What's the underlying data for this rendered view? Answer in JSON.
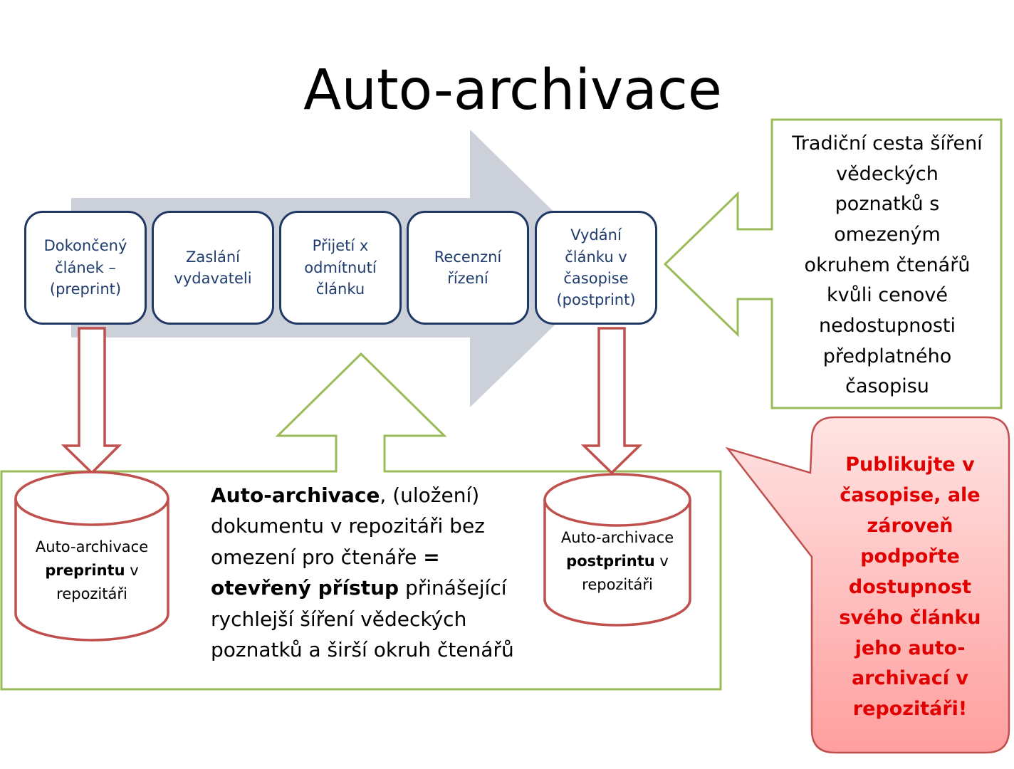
{
  "title": "Auto-archivace",
  "steps": [
    {
      "label": "Dokončený\nčlánek –\n(preprint)"
    },
    {
      "label": "Zaslání\nvydavateli"
    },
    {
      "label": "Přijetí x\nodmítnutí\nčlánku"
    },
    {
      "label": "Recenzní\nřízení"
    },
    {
      "label": "Vydání\nčlánku v\nčasopise\n(postprint)"
    }
  ],
  "traditional_callout": {
    "text": "Tradiční cesta šíření\nvědeckých\npoznatků s\nomezeným\nokruhem čtenářů\nkvůli cenové\nnedostupnosti\npředplatného\nčasopisu"
  },
  "repositories": {
    "preprint": {
      "line1": "Auto-archivace",
      "bold": "preprintu",
      "suffix": " v",
      "line3": "repozitáři"
    },
    "postprint": {
      "line1": "Auto-archivace",
      "bold": "postprintu",
      "suffix": " v",
      "line3": "repozitáři"
    }
  },
  "explanation": {
    "bold1": "Auto-archivace",
    "text1": ", (uložení) dokumentu v repozitáři bez omezení pro čtenáře ",
    "bold2": "= otevřený přístup",
    "text2": " přinášející rychlejší šíření vědeckých poznatků a širší okruh čtenářů"
  },
  "publish_callout": {
    "text": "Publikujte v\nčasopise, ale\nzároveň\npodpořte\ndostupnost\nsvého článku\njeho auto-\narchivací v\nrepozitáři!"
  },
  "colors": {
    "process_arrow": "#ccd0d9",
    "step_border": "#1f3864",
    "step_text": "#1f3c6e",
    "green": "#9bbb59",
    "red_outline": "#c0504d",
    "highlight_text": "#e00000"
  }
}
